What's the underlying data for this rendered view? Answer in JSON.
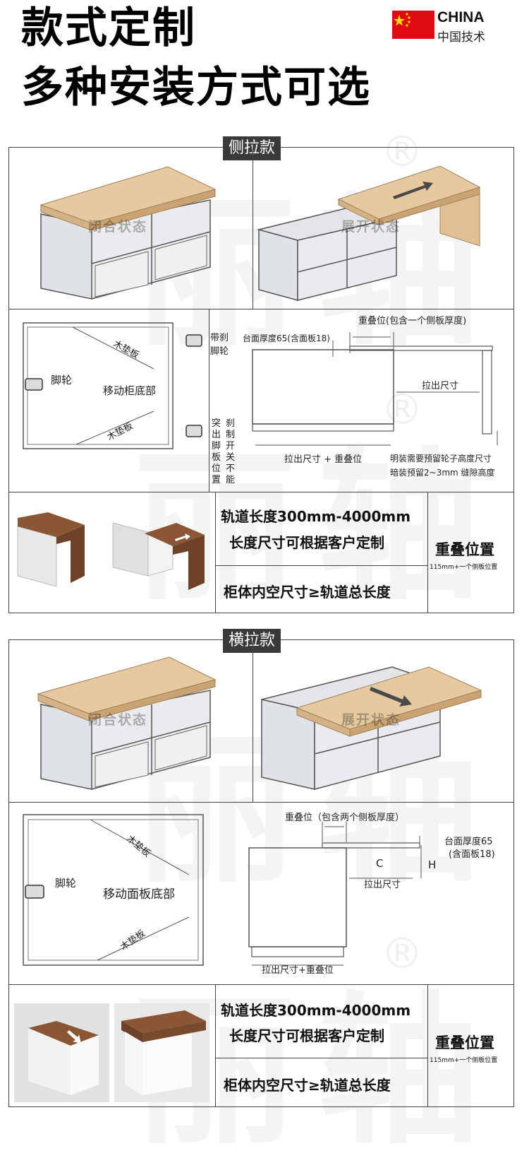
{
  "header": {
    "title_line1": "款式定制",
    "title_line2": "多种安装方式可选",
    "badge_text": "CHINA",
    "badge_sub": "中国技术",
    "flag_color": "#e00a12"
  },
  "watermark": {
    "brand": "丽轴",
    "registered": "®"
  },
  "side_pull": {
    "tag": "侧拉款",
    "closed_label": "闭合状态",
    "open_label": "展开状态",
    "bottom_view": {
      "wood_pad_1": "木垫板",
      "wood_pad_2": "木垫板",
      "caster_label": "脚轮",
      "center_label": "移动柜底部",
      "brake_caster": [
        "带刹",
        "脚轮"
      ],
      "protrude_cols": [
        [
          "突",
          "出",
          "脚",
          "板",
          "位",
          "置"
        ],
        [
          "刹",
          "制",
          "开",
          "关",
          "不",
          "能"
        ]
      ]
    },
    "side_view": {
      "overlap_label": "重叠位(包含一个侧板厚度)",
      "top_thickness": "台面厚度65(含面板18)",
      "pull_size": "拉出尺寸",
      "pull_plus_overlap": "拉出尺寸 + 重叠位",
      "note_1": "明装需要预留轮子高度尺寸",
      "note_2": "暗装预留2~3mm 缝隙高度"
    },
    "spec_1": "轨道长度300mm-4000mm",
    "spec_2": "长度尺寸可根据客户定制",
    "spec_3": "柜体内空尺寸≥轨道总长度",
    "overlap_title": "重叠位置",
    "overlap_note": "115mm+一个侧板位置"
  },
  "horizontal_pull": {
    "tag": "横拉款",
    "closed_label": "闭合状态",
    "open_label": "展开状态",
    "bottom_view": {
      "wood_pad_1": "木垫板",
      "wood_pad_2": "木垫板",
      "caster_label": "脚轮",
      "center_label": "移动面板底部"
    },
    "side_view": {
      "overlap_label": "重叠位（包含两个侧板厚度）",
      "top_thickness_1": "台面厚度65",
      "top_thickness_2": "(含面板18)",
      "c_label": "C",
      "h_label": "H",
      "pull_size": "拉出尺寸",
      "pull_plus_overlap": "拉出尺寸+重叠位"
    },
    "spec_1": "轨道长度300mm-4000mm",
    "spec_2": "长度尺寸可根据客户定制",
    "spec_3": "柜体内空尺寸≥轨道总长度",
    "overlap_title": "重叠位置",
    "overlap_note": "115mm+一个侧板位置"
  },
  "colors": {
    "wood_light": "#e6c9a0",
    "wood_dark": "#7a4a2e",
    "marble": "#eceef0",
    "line": "#444444"
  }
}
